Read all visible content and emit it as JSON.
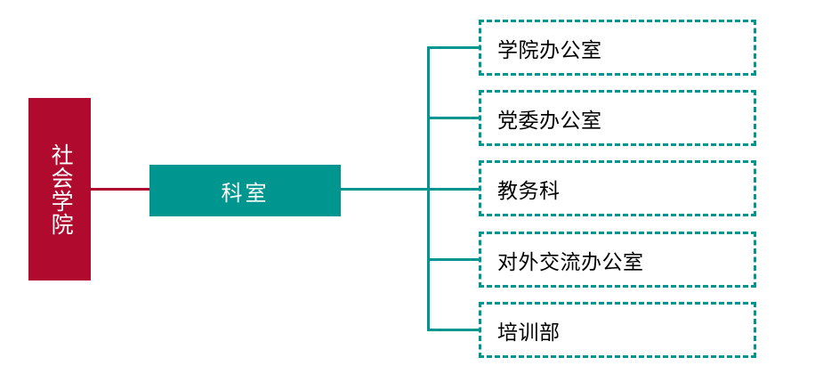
{
  "diagram": {
    "type": "organization-chart",
    "orientation": "left-to-right",
    "colors": {
      "root_fill": "#b00a2e",
      "root_text": "#ffffff",
      "mid_fill": "#009690",
      "mid_text": "#ffffff",
      "leaf_border": "#009690",
      "leaf_text": "#000000",
      "connector_root": "#b00a2e",
      "connector_branch": "#009690",
      "background": "#ffffff"
    },
    "root": {
      "label": "社会学院",
      "text_orientation": "vertical"
    },
    "mid": {
      "label": "科室"
    },
    "leaves": [
      {
        "label": "学院办公室"
      },
      {
        "label": "党委办公室"
      },
      {
        "label": "教务科"
      },
      {
        "label": "对外交流办公室"
      },
      {
        "label": "培训部"
      }
    ]
  }
}
